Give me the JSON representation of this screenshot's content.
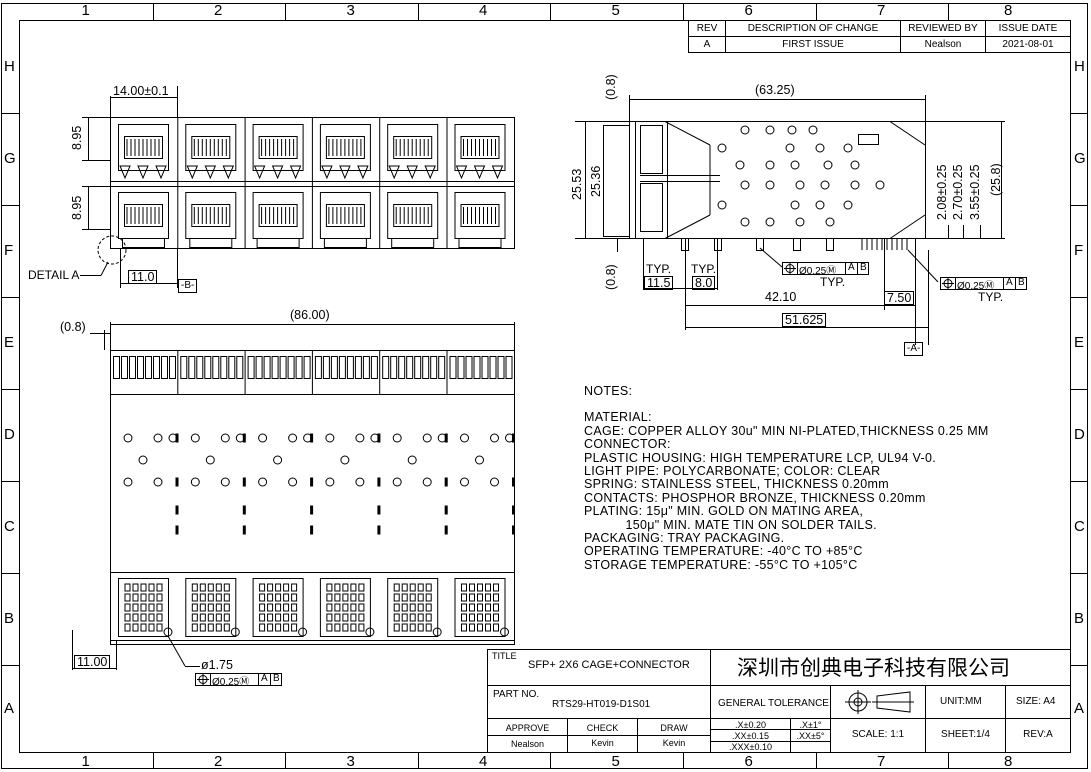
{
  "zones": {
    "top": [
      "1",
      "2",
      "3",
      "4",
      "5",
      "6",
      "7",
      "8"
    ],
    "bottom": [
      "1",
      "2",
      "3",
      "4",
      "5",
      "6",
      "7",
      "8"
    ],
    "left": [
      "H",
      "G",
      "F",
      "E",
      "D",
      "C",
      "B",
      "A"
    ],
    "right": [
      "H",
      "G",
      "F",
      "E",
      "D",
      "C",
      "B",
      "A"
    ]
  },
  "revision_table": {
    "headers": [
      "REV",
      "DESCRIPTION OF CHANGE",
      "REVIEWED BY",
      "ISSUE DATE"
    ],
    "row": [
      "A",
      "FIRST ISSUE",
      "Nealson",
      "2021-08-01"
    ]
  },
  "front_view": {
    "dim_width": "14.00±0.1",
    "dim_upper": "8.95",
    "dim_lower": "8.95",
    "detail_label": "DETAIL A",
    "dim_offset": "11.0",
    "datum": "-B-"
  },
  "side_view": {
    "dim_top": "(0.8)",
    "dim_length": "(63.25)",
    "dim_h1": "25.53",
    "dim_h2": "25.36",
    "dim_v1": "2.08±0.25",
    "dim_v2": "2.70±0.25",
    "dim_v3": "3.55±0.25",
    "dim_v4": "(25.8)",
    "dim_bottom": "(0.8)",
    "typ1_label": "TYP.",
    "typ1_value": "11.5",
    "typ2_label": "TYP.",
    "typ2_value": "8.0",
    "dim_42": "42.10",
    "dim_750": "7.50",
    "dim_51": "51.625",
    "datum": "-A-",
    "tol_a": [
      "Ø0.25Ⓜ",
      "A",
      "B"
    ],
    "tol_a_note": "TYP.",
    "tol_b": [
      "Ø0.25Ⓜ",
      "A",
      "B"
    ],
    "tol_b_note": "TYP."
  },
  "top_view": {
    "dim_offset": "(0.8)",
    "dim_width": "(86.00)",
    "dim_bottom": "11.00",
    "hole_dia": "ø1.75",
    "tol": [
      "Ø0.25Ⓜ",
      "A",
      "B"
    ]
  },
  "notes": {
    "title": "NOTES:",
    "lines": [
      "MATERIAL:",
      "CAGE: COPPER ALLOY 30u\" MIN NI-PLATED,THICKNESS 0.25 MM",
      "CONNECTOR:",
      "PLASTIC HOUSING: HIGH TEMPERATURE LCP, UL94 V-0.",
      "LIGHT PIPE: POLYCARBONATE; COLOR: CLEAR",
      "SPRING: STAINLESS STEEL, THICKNESS 0.20mm",
      "CONTACTS: PHOSPHOR BRONZE, THICKNESS 0.20mm",
      "PLATING: 15μ\" MIN. GOLD ON MATING AREA,",
      "           150μ\" MIN. MATE TIN ON SOLDER TAILS.",
      "PACKAGING: TRAY PACKAGING.",
      "OPERATING TEMPERATURE: -40°C TO +85°C",
      "STORAGE TEMPERATURE: -55°C TO +105°C"
    ]
  },
  "title_block": {
    "title_label": "TITLE",
    "title": "SFP+ 2X6 CAGE+CONNECTOR",
    "company": "深圳市创典电子科技有限公司",
    "part_label": "PART NO.",
    "part_no": "RTS29-HT019-D1S01",
    "general_tolerance": "GENERAL TOLERANCE",
    "unit": "UNIT:MM",
    "size": "SIZE: A4",
    "approve_label": "APPROVE",
    "check_label": "CHECK",
    "draw_label": "DRAW",
    "approve_name": "Nealson",
    "check_name": "Kevin",
    "draw_name": "Kevin",
    "tol_x": ".X±0.20",
    "tol_xx": ".XX±0.15",
    "tol_xxx": ".XXX±0.10",
    "ang_x": ".X±1°",
    "ang_xx": ".XX±5°",
    "scale": "SCALE:  1:1",
    "sheet": "SHEET:1/4",
    "rev": "REV:A"
  }
}
